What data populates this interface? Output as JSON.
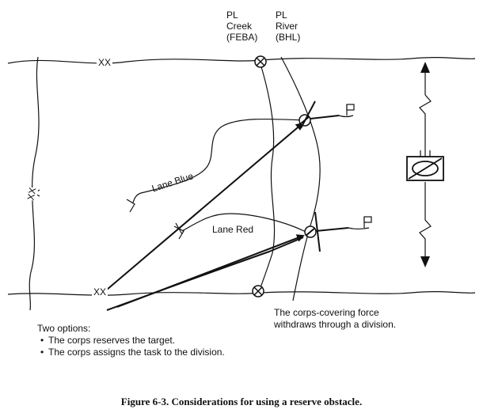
{
  "phase_lines": {
    "creek": {
      "pl": "PL",
      "name": "Creek",
      "role": "(FEBA)"
    },
    "river": {
      "pl": "PL",
      "name": "River",
      "role": "(BHL)"
    }
  },
  "boundary_labels": {
    "top": "XX",
    "left": "XX",
    "bottom": "XX"
  },
  "lanes": {
    "blue": "Lane Blue",
    "red": "Lane Red"
  },
  "options": {
    "heading": "Two options:",
    "items": [
      "The corps reserves the target.",
      "The corps assigns the task to the division."
    ]
  },
  "note": {
    "line1": "The corps-covering force",
    "line2": "withdraws through a division."
  },
  "caption": "Figure 6-3. Considerations for using a reserve obstacle.",
  "icons": [
    "reserve-obstacle-icon",
    "target-point-icon",
    "obstacle-symbol-icon",
    "flag-icon"
  ]
}
